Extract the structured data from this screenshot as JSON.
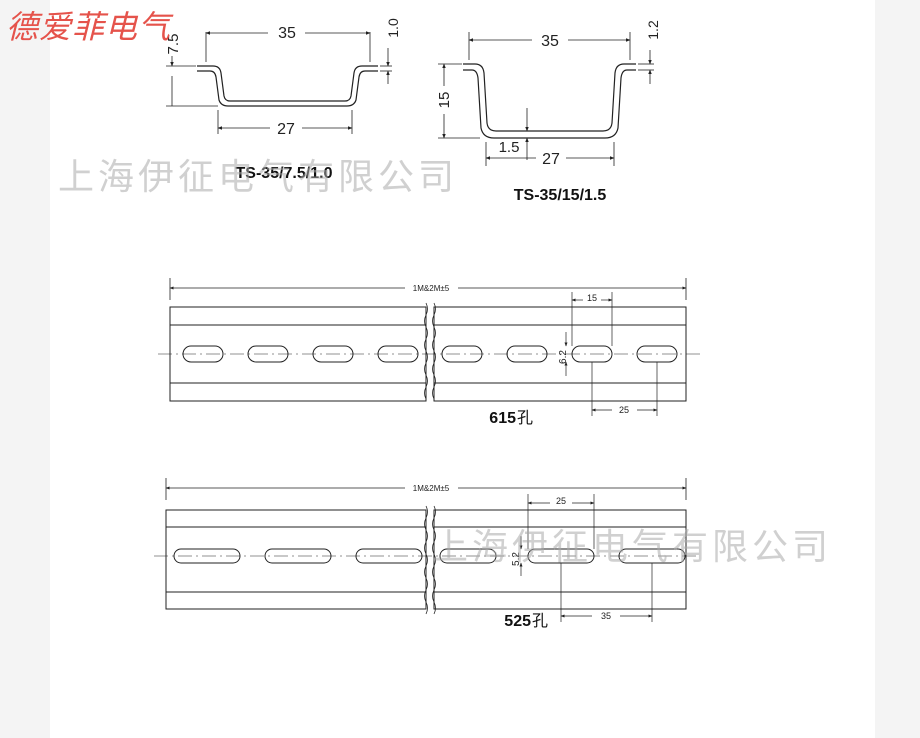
{
  "brand": "德爱菲电气",
  "watermarks": [
    "上海伊征电气有限公司",
    "上海伊征电气有限公司"
  ],
  "profile_small": {
    "dims": {
      "width_top": "35",
      "height": "7.5",
      "thickness": "1.0",
      "width_bottom": "27"
    },
    "label": "TS-35/7.5/1.0"
  },
  "profile_large": {
    "dims": {
      "width_top": "35",
      "thickness_top": "1.2",
      "height": "15",
      "thickness": "1.5",
      "width_bottom": "27"
    },
    "label": "TS-35/15/1.5"
  },
  "rail_615": {
    "length": "1M&2M±5",
    "slot_length": "15",
    "slot_width": "6.2",
    "pitch": "25",
    "caption_number": "615",
    "caption_unit": "孔"
  },
  "rail_525": {
    "length": "1M&2M±5",
    "slot_length": "25",
    "slot_width": "5.2",
    "pitch": "35",
    "caption_number": "525",
    "caption_unit": "孔"
  }
}
